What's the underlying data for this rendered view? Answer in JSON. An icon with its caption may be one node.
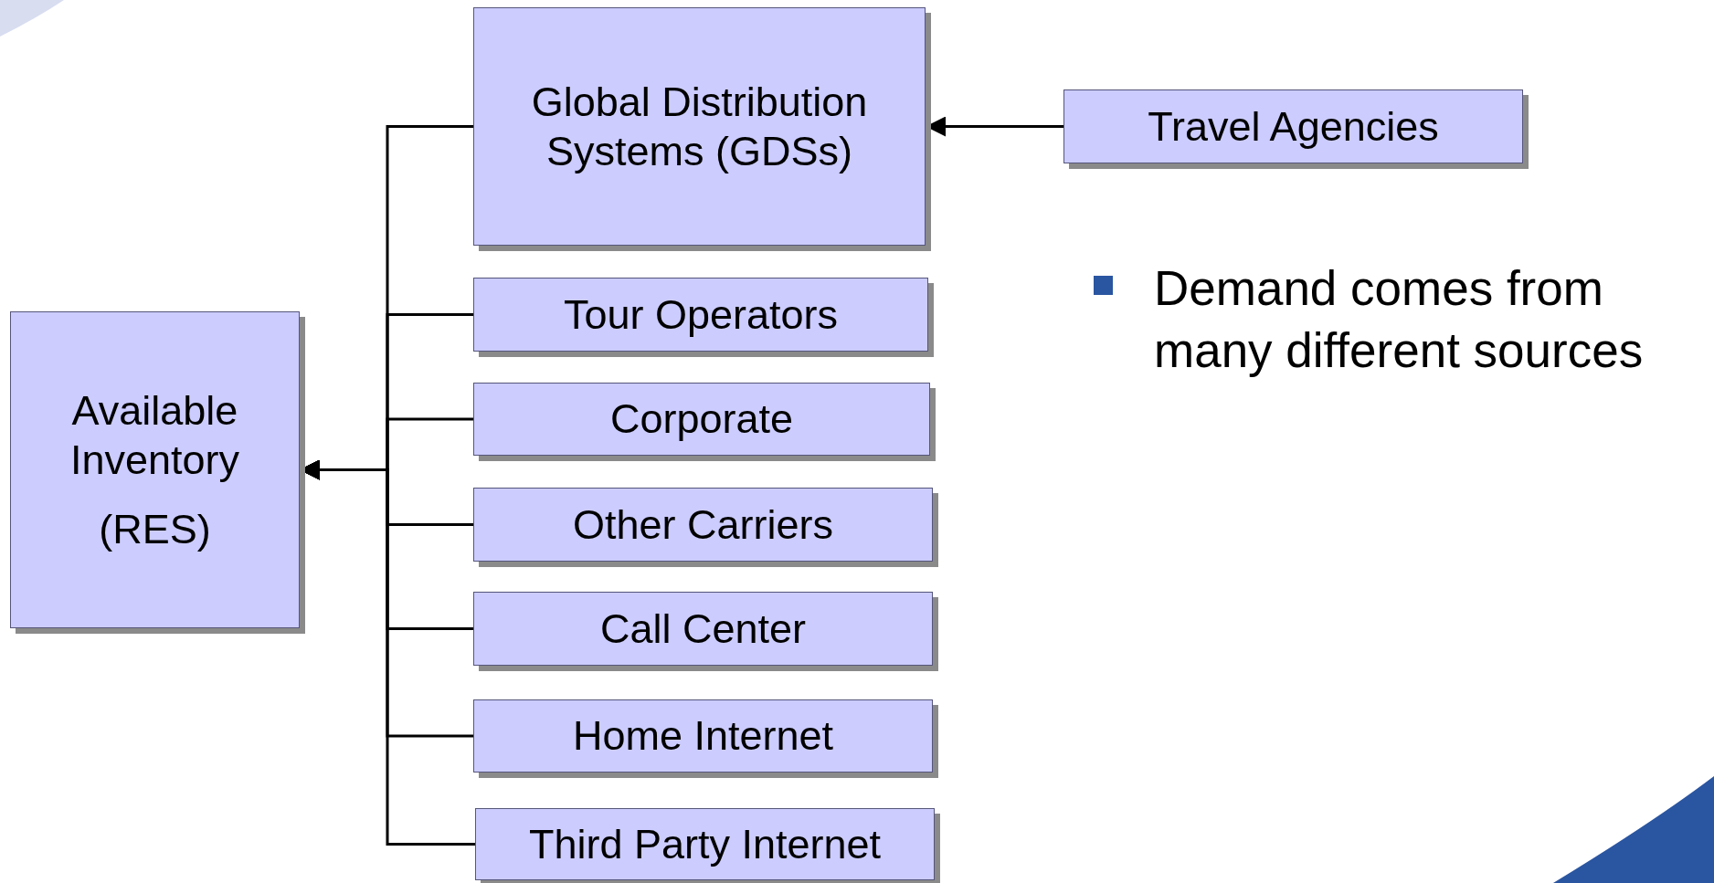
{
  "diagram": {
    "nodes": [
      {
        "text": [
          "Available Inventory",
          "(RES)"
        ]
      },
      {
        "text": [
          "Global Distribution Systems (GDSs)"
        ]
      },
      {
        "text": [
          "Travel Agencies"
        ]
      },
      {
        "text": [
          "Tour Operators"
        ]
      },
      {
        "text": [
          "Corporate"
        ]
      },
      {
        "text": [
          "Other Carriers"
        ]
      },
      {
        "text": [
          "Call Center"
        ]
      },
      {
        "text": [
          "Home Internet"
        ]
      },
      {
        "text": [
          "Third Party Internet"
        ]
      }
    ],
    "edges": [
      {
        "from": 2,
        "to": 1,
        "arrow": "to"
      },
      {
        "from": 1,
        "to": 0,
        "arrow": "to"
      },
      {
        "from": 3,
        "to": 0,
        "arrow": "to"
      },
      {
        "from": 4,
        "to": 0,
        "arrow": "to"
      },
      {
        "from": 5,
        "to": 0,
        "arrow": "to"
      },
      {
        "from": 6,
        "to": 0,
        "arrow": "to"
      },
      {
        "from": 7,
        "to": 0,
        "arrow": "to"
      },
      {
        "from": 8,
        "to": 0,
        "arrow": "to"
      }
    ],
    "labels": [
      "Demand comes from many different sources"
    ]
  }
}
